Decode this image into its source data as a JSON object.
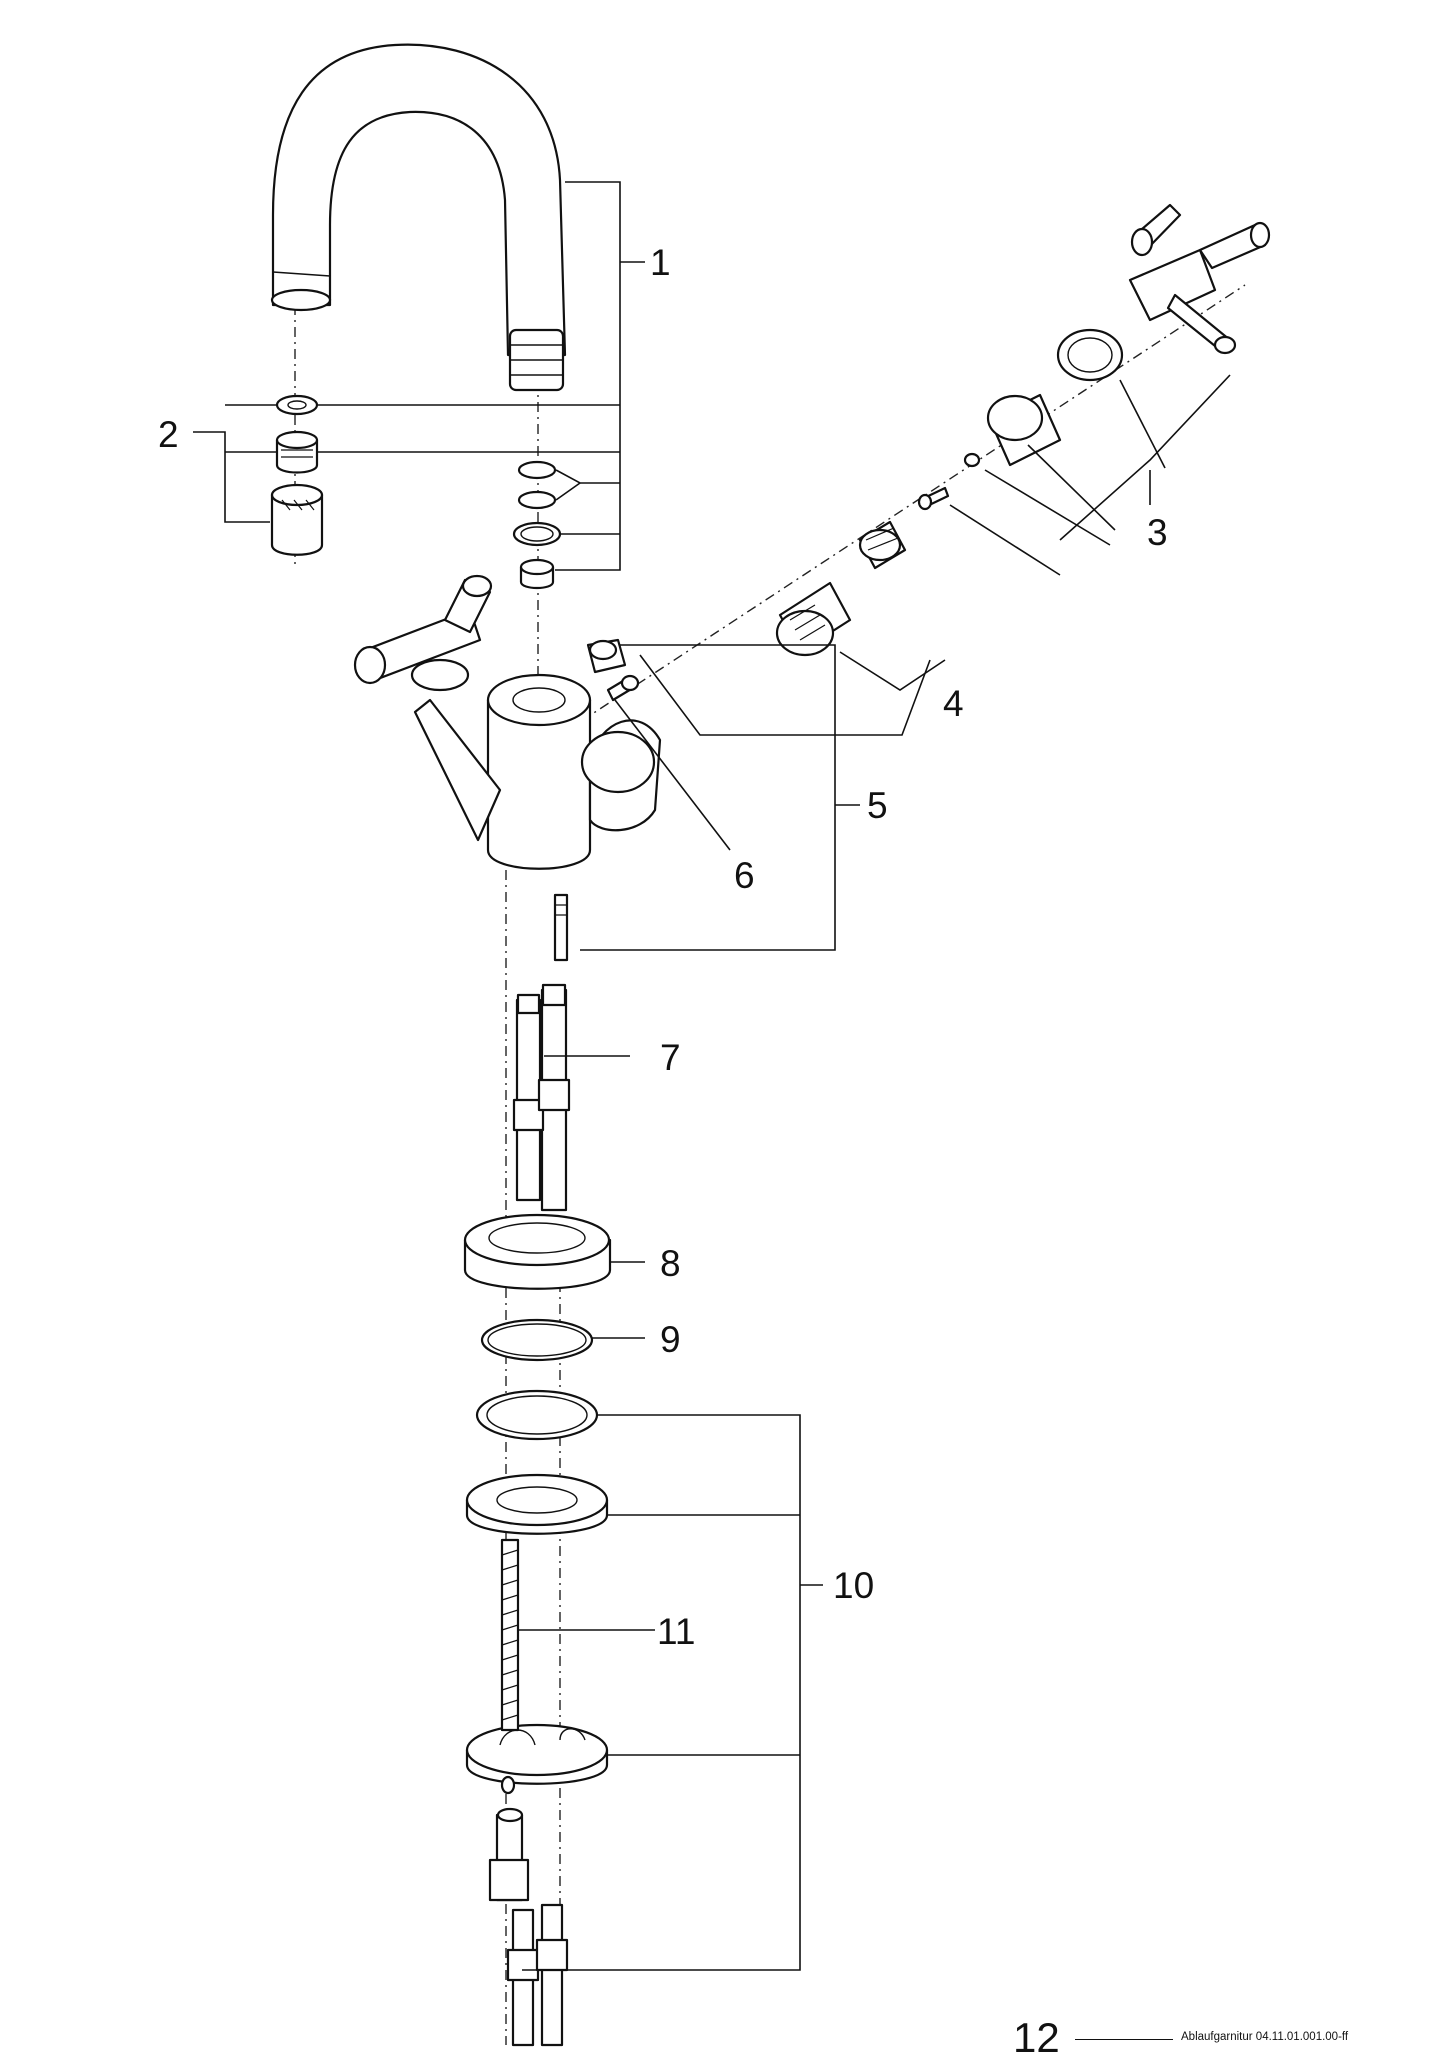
{
  "callouts": [
    "1",
    "2",
    "3",
    "4",
    "5",
    "6",
    "7",
    "8",
    "9",
    "10",
    "11"
  ],
  "footer": {
    "number": "12",
    "text": "Ablaufgarnitur 04.11.01.001.00-ff"
  }
}
